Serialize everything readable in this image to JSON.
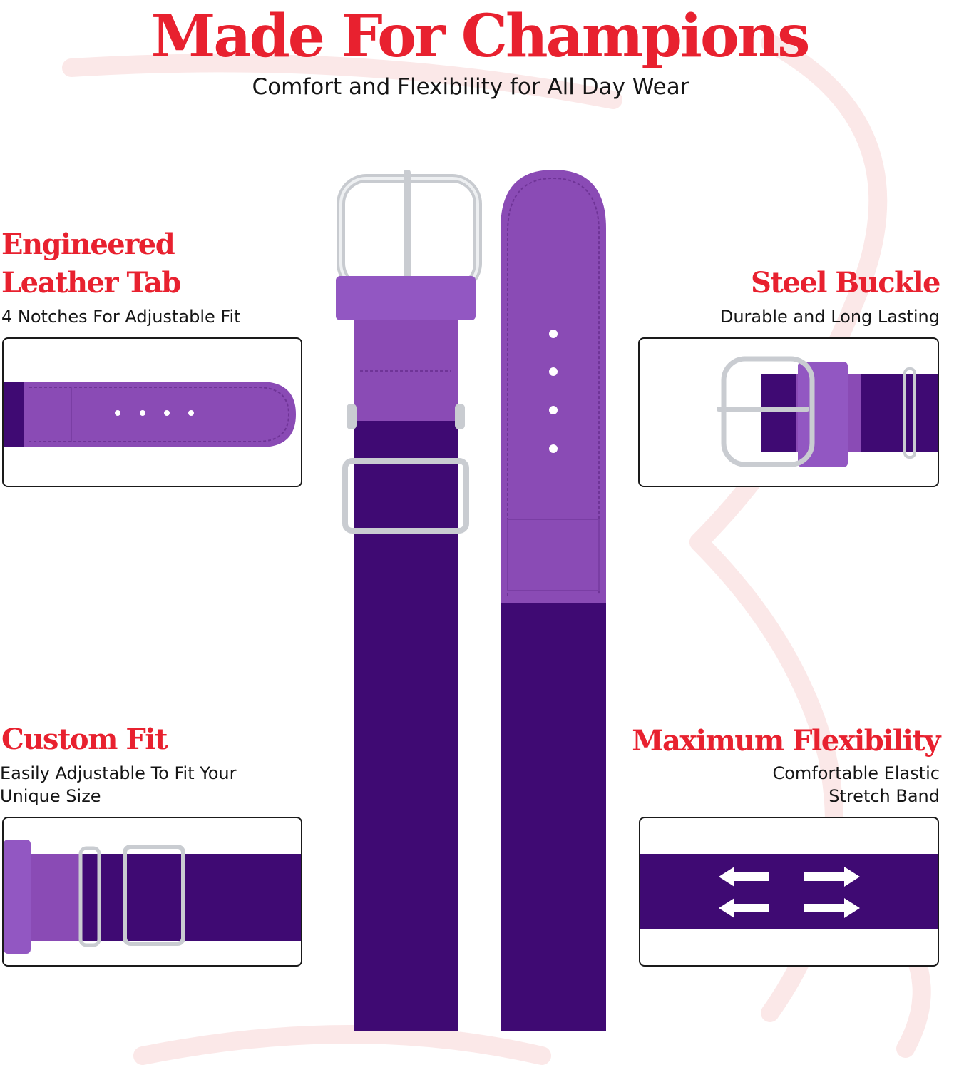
{
  "header": {
    "title": "Made For Champions",
    "subtitle": "Comfort and Flexibility for All Day Wear"
  },
  "features": {
    "leather_tab": {
      "title_line1": "Engineered",
      "title_line2": "Leather Tab",
      "description": "4 Notches For Adjustable Fit"
    },
    "steel_buckle": {
      "title": "Steel Buckle",
      "description": "Durable and Long Lasting"
    },
    "custom_fit": {
      "title": "Custom Fit",
      "description_line1": "Easily Adjustable To Fit Your",
      "description_line2": "Unique Size"
    },
    "max_flex": {
      "title": "Maximum Flexibility",
      "description_line1": "Comfortable Elastic",
      "description_line2": "Stretch Band"
    }
  },
  "colors": {
    "accent_red": "#e8212f",
    "leather_purple": "#8a4bb5",
    "elastic_purple": "#3f0a73",
    "steel": "#c9ccd1"
  },
  "icons": [
    "stretch-arrows-icon",
    "buckle-image",
    "leather-tab-image",
    "slider-keeper-image"
  ]
}
